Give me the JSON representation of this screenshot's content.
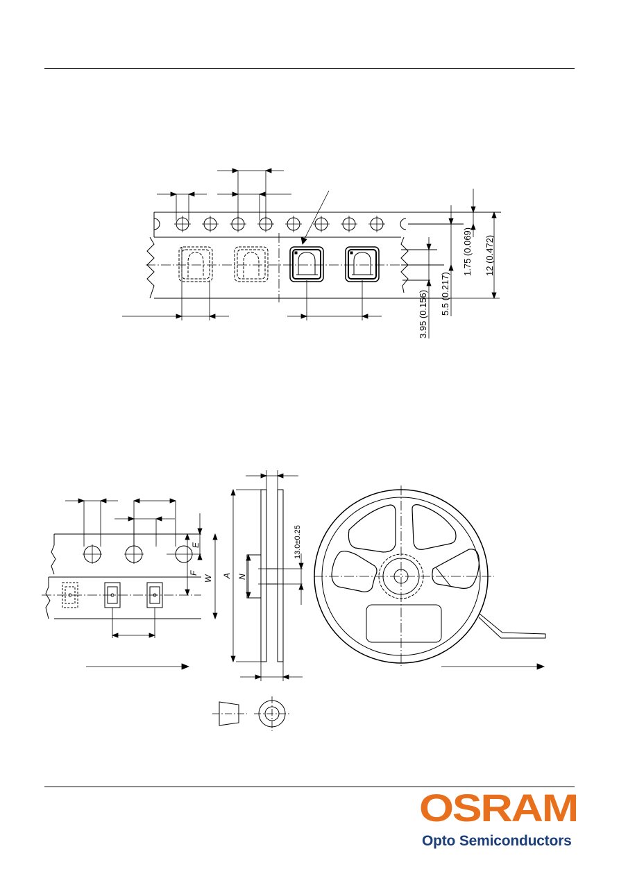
{
  "figure1": {
    "dimensions": {
      "d1": "1.75 (0.069)",
      "d2": "12 (0.472)",
      "d3": "5.5 (0.217)",
      "d4": "3.95 (0.156)"
    }
  },
  "figure2": {
    "labels": {
      "E": "E",
      "F": "F",
      "W": "W",
      "A": "A",
      "N": "N"
    },
    "hub_dimension": "13.0±0.25"
  },
  "footer": {
    "brand": "OSRAM",
    "tagline": "Opto Semiconductors",
    "colors": {
      "brand": "#e8701d",
      "tagline": "#1c3f7a"
    }
  }
}
